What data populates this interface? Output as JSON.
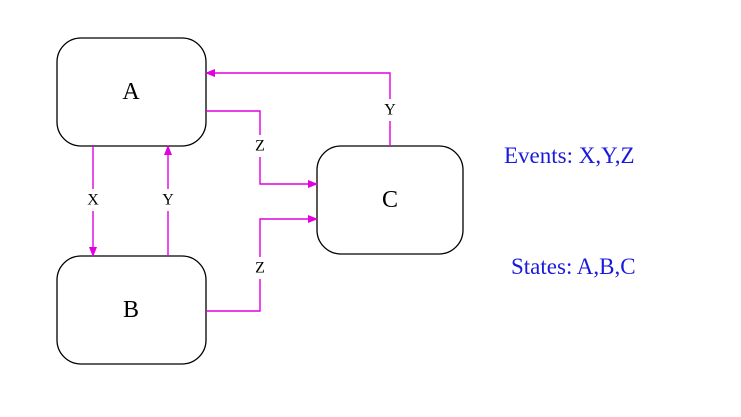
{
  "states": {
    "a": "A",
    "b": "B",
    "c": "C"
  },
  "transitions": {
    "a_to_b": "X",
    "b_to_a": "Y",
    "a_to_c": "Z",
    "b_to_c": "Z",
    "c_to_a": "Y"
  },
  "info": {
    "events": "Events: X,Y,Z",
    "states": "States: A,B,C"
  },
  "colors": {
    "edge": "#e000e0",
    "info_text": "#1a1add",
    "box_stroke": "#000000"
  }
}
